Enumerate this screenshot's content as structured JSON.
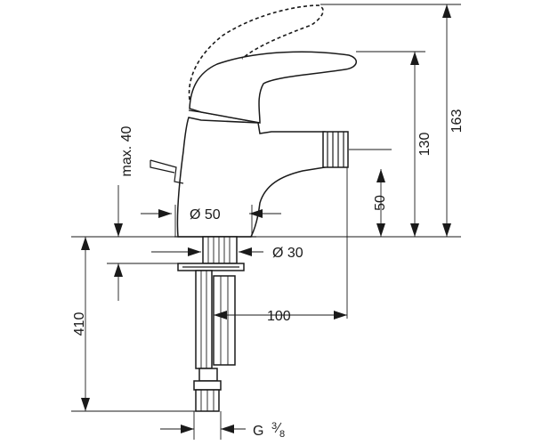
{
  "dimensions": {
    "height_total": "163",
    "height_spout": "130",
    "height_outlet": "50",
    "max_lever": "max. 40",
    "diameter_body": "Ø 50",
    "diameter_base": "Ø 30",
    "projection": "100",
    "supply_length": "410",
    "thread_prefix": "G",
    "thread_num": "3",
    "thread_den": "8"
  }
}
